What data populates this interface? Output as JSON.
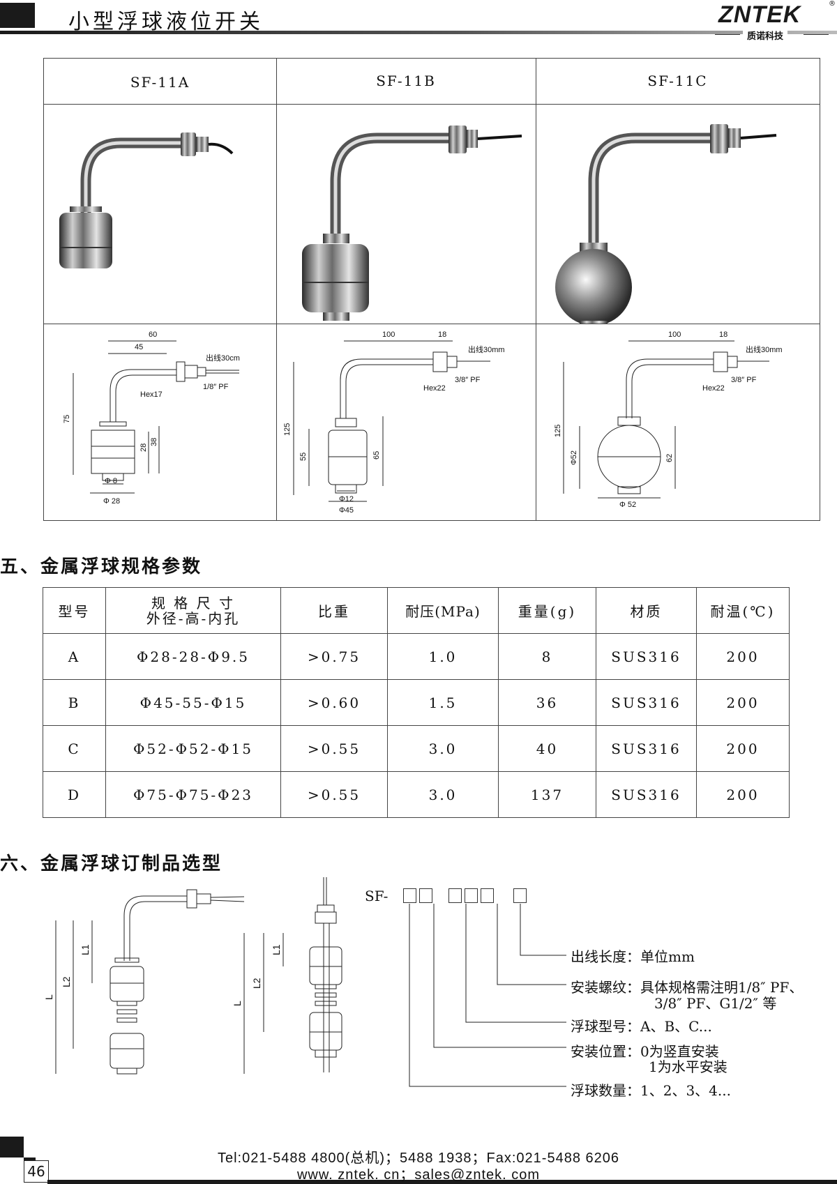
{
  "header": {
    "title": "小型浮球液位开关",
    "logo": "ZNTEK",
    "logo_reg": "®",
    "logo_sub": "质诺科技"
  },
  "models": [
    {
      "name": "SF-11A",
      "dims": {
        "top": "60",
        "inner": "45",
        "cable": "出线30cm",
        "hex": "Hex17",
        "thread": "1/8″ PF",
        "height": "75",
        "float_h": "28",
        "float_total": "38",
        "hole": "Φ 8",
        "dia": "Φ 28"
      }
    },
    {
      "name": "SF-11B",
      "dims": {
        "top": "100",
        "right": "18",
        "cable": "出线30mm",
        "hex": "Hex22",
        "thread": "3/8″ PF",
        "height": "125",
        "float_h": "55",
        "float_total": "65",
        "hole": "Φ12",
        "dia": "Φ45"
      }
    },
    {
      "name": "SF-11C",
      "dims": {
        "top": "100",
        "right": "18",
        "cable": "出线30mm",
        "hex": "Hex22",
        "thread": "3/8″ PF",
        "height": "125",
        "ball_dia": "Φ52",
        "ball_h": "62",
        "dia": "Φ 52"
      }
    }
  ],
  "section5": {
    "title": "五、金属浮球规格参数",
    "headers": [
      "型号",
      "规 格 尺 寸",
      "外径-高-内孔",
      "比重",
      "耐压(MPa)",
      "重量(g)",
      "材质",
      "耐温(℃)"
    ],
    "rows": [
      [
        "A",
        "Φ28-28-Φ9.5",
        ">0.75",
        "1.0",
        "8",
        "SUS316",
        "200"
      ],
      [
        "B",
        "Φ45-55-Φ15",
        ">0.60",
        "1.5",
        "36",
        "SUS316",
        "200"
      ],
      [
        "C",
        "Φ52-Φ52-Φ15",
        ">0.55",
        "3.0",
        "40",
        "SUS316",
        "200"
      ],
      [
        "D",
        "Φ75-Φ75-Φ23",
        ">0.55",
        "3.0",
        "137",
        "SUS316",
        "200"
      ]
    ]
  },
  "section6": {
    "title": "六、金属浮球订制品选型",
    "code_prefix": "SF-",
    "dims": {
      "L": "L",
      "L1": "L1",
      "L2": "L2"
    },
    "legend": [
      {
        "label": "出线长度：单位mm"
      },
      {
        "label": "安装螺纹：具体规格需注明1/8″ PF、",
        "line2": "3/8″ PF、G1/2″ 等"
      },
      {
        "label": "浮球型号：A、B、C..."
      },
      {
        "label": "安装位置：0为竖直安装",
        "line2": "1为水平安装"
      },
      {
        "label": "浮球数量：1、2、3、4..."
      }
    ]
  },
  "footer": {
    "page": "46",
    "tel": "Tel:021-5488 4800(总机)；5488 1938；Fax:021-5488 6206",
    "web": "www. zntek. cn；sales@zntek. com"
  }
}
